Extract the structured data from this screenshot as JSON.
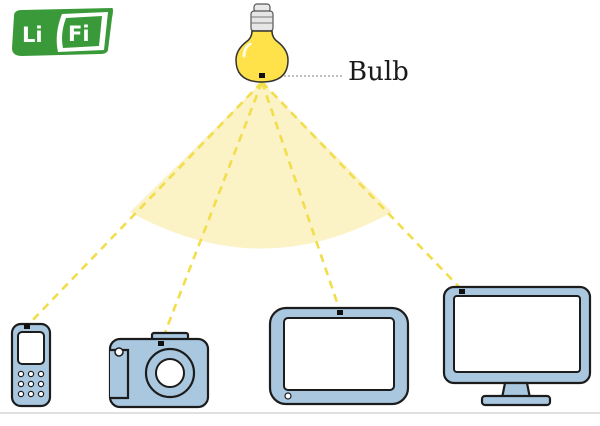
{
  "logo": {
    "part1": "Li",
    "part2": "Fi",
    "color_green": "#3a9a3a",
    "color_white": "#ffffff"
  },
  "bulb": {
    "label": "Bulb",
    "glass_color": "#ffe24a",
    "cap_color": "#e8e8e8"
  },
  "light_cone_color": "#fbf2c6",
  "beam_color": "#f2dd4a",
  "device_color": "#a9c8e0",
  "devices": [
    {
      "name": "mobile-phone",
      "icon": "phone-icon"
    },
    {
      "name": "camera",
      "icon": "camera-icon"
    },
    {
      "name": "tablet",
      "icon": "tablet-icon"
    },
    {
      "name": "monitor",
      "icon": "monitor-icon"
    }
  ]
}
